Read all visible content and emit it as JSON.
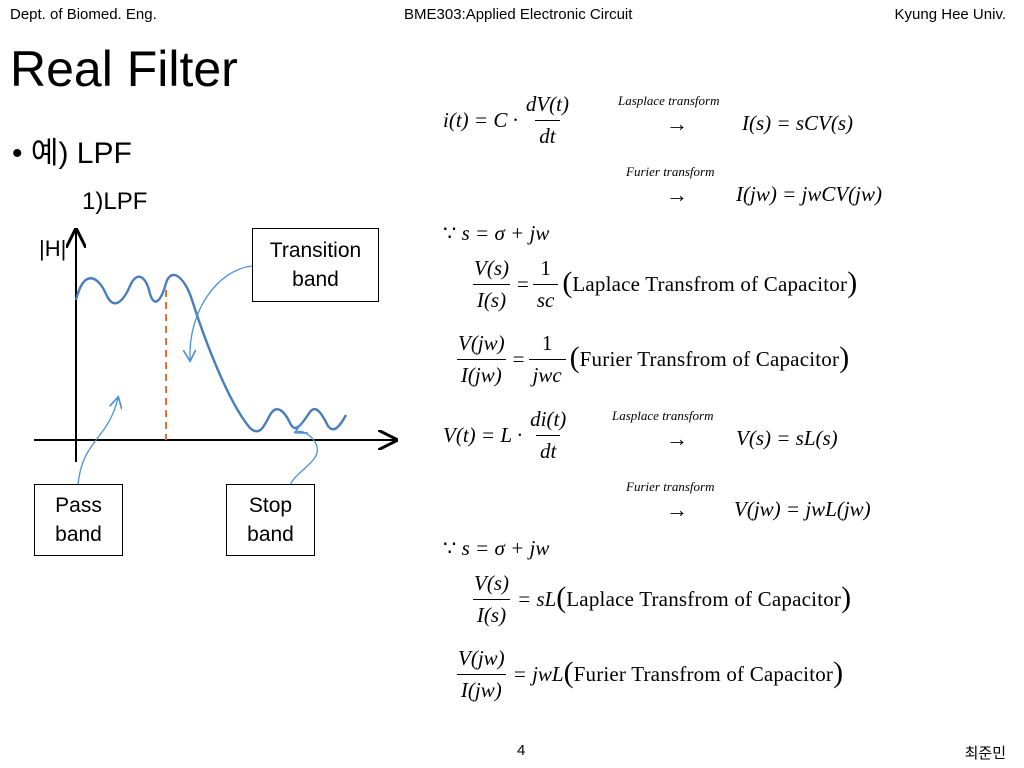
{
  "header": {
    "left": "Dept. of Biomed. Eng.",
    "center": "BME303:Applied Electronic Circuit",
    "right": "Kyung Hee Univ."
  },
  "slide": {
    "title": "Real Filter",
    "bullet": "예) LPF",
    "bullet_marker": "•",
    "subheading": "1)LPF",
    "y_axis_label": "|H|"
  },
  "diagram": {
    "transition_label": [
      "Transition",
      "band"
    ],
    "pass_label": [
      "Pass",
      "band"
    ],
    "stop_label": [
      "Stop",
      "band"
    ]
  },
  "equations": {
    "laplace_transform": "Lasplace transform",
    "furier_transform": "Furier transform",
    "arrow": "→",
    "because": "∵",
    "eq1": {
      "lhs": "i(t) = C ·",
      "num": "dV(t)",
      "den": "dt",
      "rhs": "I(s) = sCV(s)"
    },
    "eq2": {
      "rhs": "I(jw) = jwCV(jw)"
    },
    "eq3": {
      "text": "s = σ + jw"
    },
    "eq4": {
      "num": "V(s)",
      "den": "I(s)",
      "eq": "=",
      "rnum": "1",
      "rden": "sc",
      "desc": "Laplace  Transfrom  of  Capacitor"
    },
    "eq5": {
      "num": "V(jw)",
      "den": "I(jw)",
      "eq": "=",
      "rnum": "1",
      "rden": "jwc",
      "desc": "Furier  Transfrom  of  Capacitor"
    },
    "eq6": {
      "lhs": "V(t) = L ·",
      "num": "di(t)",
      "den": "dt",
      "rhs": "V(s) = sL(s)"
    },
    "eq7": {
      "rhs": "V(jw) = jwL(jw)"
    },
    "eq8": {
      "text": "s = σ + jw"
    },
    "eq9": {
      "num": "V(s)",
      "den": "I(s)",
      "eq": "= sL",
      "desc": "Laplace  Transfrom  of  Capacitor"
    },
    "eq10": {
      "num": "V(jw)",
      "den": "I(jw)",
      "eq": "= jwL",
      "desc": "Furier  Transfrom  of  Capacitor"
    }
  },
  "footer": {
    "page": "4",
    "author": "최준민"
  },
  "colors": {
    "curve": "#4a7ebb",
    "dashed": "#e8702a",
    "arrow": "#4a90d9",
    "text": "#000000"
  }
}
